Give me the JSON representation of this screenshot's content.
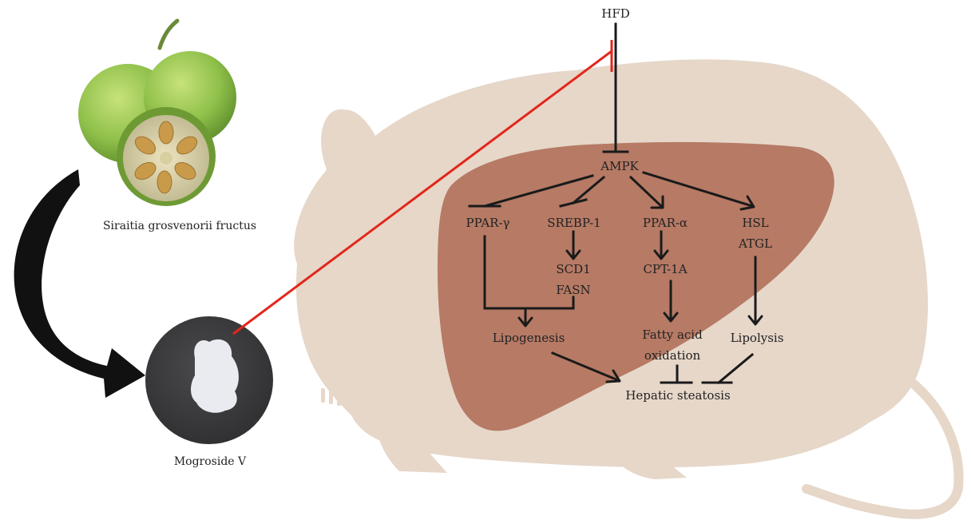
{
  "colors": {
    "mouse": "#e6d7c9",
    "liver": "#b67a65",
    "arrow": "#1a1a1a",
    "inhibit_red": "#e3261b",
    "fruit_green": "#8fc04a",
    "powder_bg": "#3a3a3c"
  },
  "labels": {
    "hfd": "HFD",
    "ampk": "AMPK",
    "ppar_g": "PPAR-γ",
    "srebp1": "SREBP-1",
    "ppar_a": "PPAR-α",
    "hsl": "HSL",
    "atgl": "ATGL",
    "scd1": "SCD1",
    "fasn": "FASN",
    "cpt1a": "CPT-1A",
    "lipogenesis": "Lipogenesis",
    "fatty_acid": "Fatty acid",
    "oxidation": "oxidation",
    "lipolysis": "Lipolysis",
    "steatosis": "Hepatic steatosis",
    "fruit": "Siraitia grosvenorii fructus",
    "compound": "Mogroside V"
  },
  "icons": {
    "fruit_image": "luo-han-guo-fruit",
    "powder_image": "white-powder-dish",
    "mouse_silhouette": "mouse-silhouette",
    "liver_shape": "liver-shape",
    "curved_arrow": "curved-black-arrow"
  }
}
